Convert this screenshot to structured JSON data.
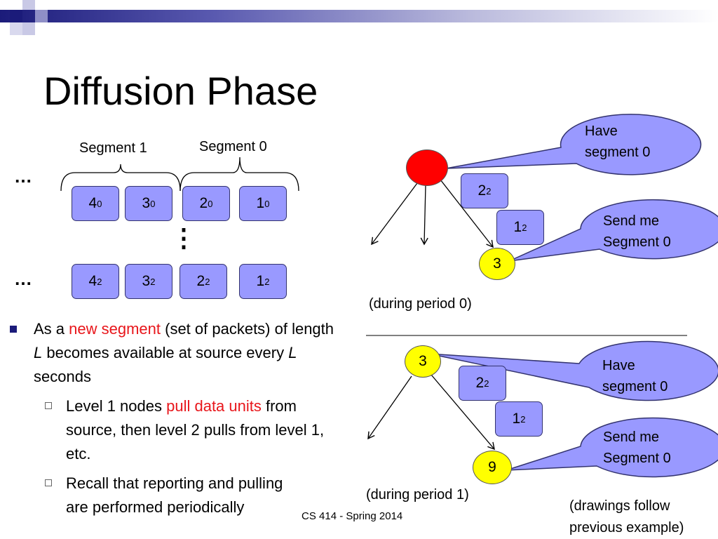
{
  "slide": {
    "title": "Diffusion Phase",
    "footer": "CS 414 - Spring 2014",
    "note_line1": "(drawings follow",
    "note_line2": "previous example)"
  },
  "segments": {
    "segment1_label": "Segment 1",
    "segment0_label": "Segment 0",
    "ellipsis_top": "…",
    "ellipsis_bottom": "…",
    "vertical_dots": "⋮",
    "row0": [
      {
        "n": "4",
        "s": "0"
      },
      {
        "n": "3",
        "s": "0"
      },
      {
        "n": "2",
        "s": "0"
      },
      {
        "n": "1",
        "s": "0"
      }
    ],
    "row2": [
      {
        "n": "4",
        "s": "2"
      },
      {
        "n": "3",
        "s": "2"
      },
      {
        "n": "2",
        "s": "2"
      },
      {
        "n": "1",
        "s": "2"
      }
    ]
  },
  "diagram_top": {
    "parent_node_label": "",
    "child_node_label": "3",
    "packet_a": {
      "n": "2",
      "s": "2"
    },
    "packet_b": {
      "n": "1",
      "s": "2"
    },
    "bubble_have": "Have\nsegment 0",
    "bubble_send": "Send me\nSegment 0",
    "caption": "(during period 0)"
  },
  "diagram_bottom": {
    "parent_node_label": "3",
    "child_node_label": "9",
    "packet_a": {
      "n": "2",
      "s": "2"
    },
    "packet_b": {
      "n": "1",
      "s": "2"
    },
    "bubble_have": "Have\nsegment 0",
    "bubble_send": "Send me\nSegment 0",
    "caption": "(during period 1)"
  },
  "bullets": {
    "main_pre": "As a ",
    "main_red": "new segment",
    "main_mid1": " (set of packets) of length ",
    "main_L1": "L",
    "main_mid2": " becomes available at source every ",
    "main_L2": "L",
    "main_post": " seconds",
    "sub1_pre": "Level 1 nodes ",
    "sub1_red": "pull data units",
    "sub1_post": " from source, then level 2 pulls from level 1, etc.",
    "sub2": "Recall that reporting and pulling are performed periodically"
  },
  "colors": {
    "source_node": "#ff0000",
    "child_node": "#ffff00",
    "packet_fill": "#9999ff",
    "bubble_fill": "#9999ff",
    "highlight_text": "#e8161b",
    "accent": "#1b1b7a"
  }
}
